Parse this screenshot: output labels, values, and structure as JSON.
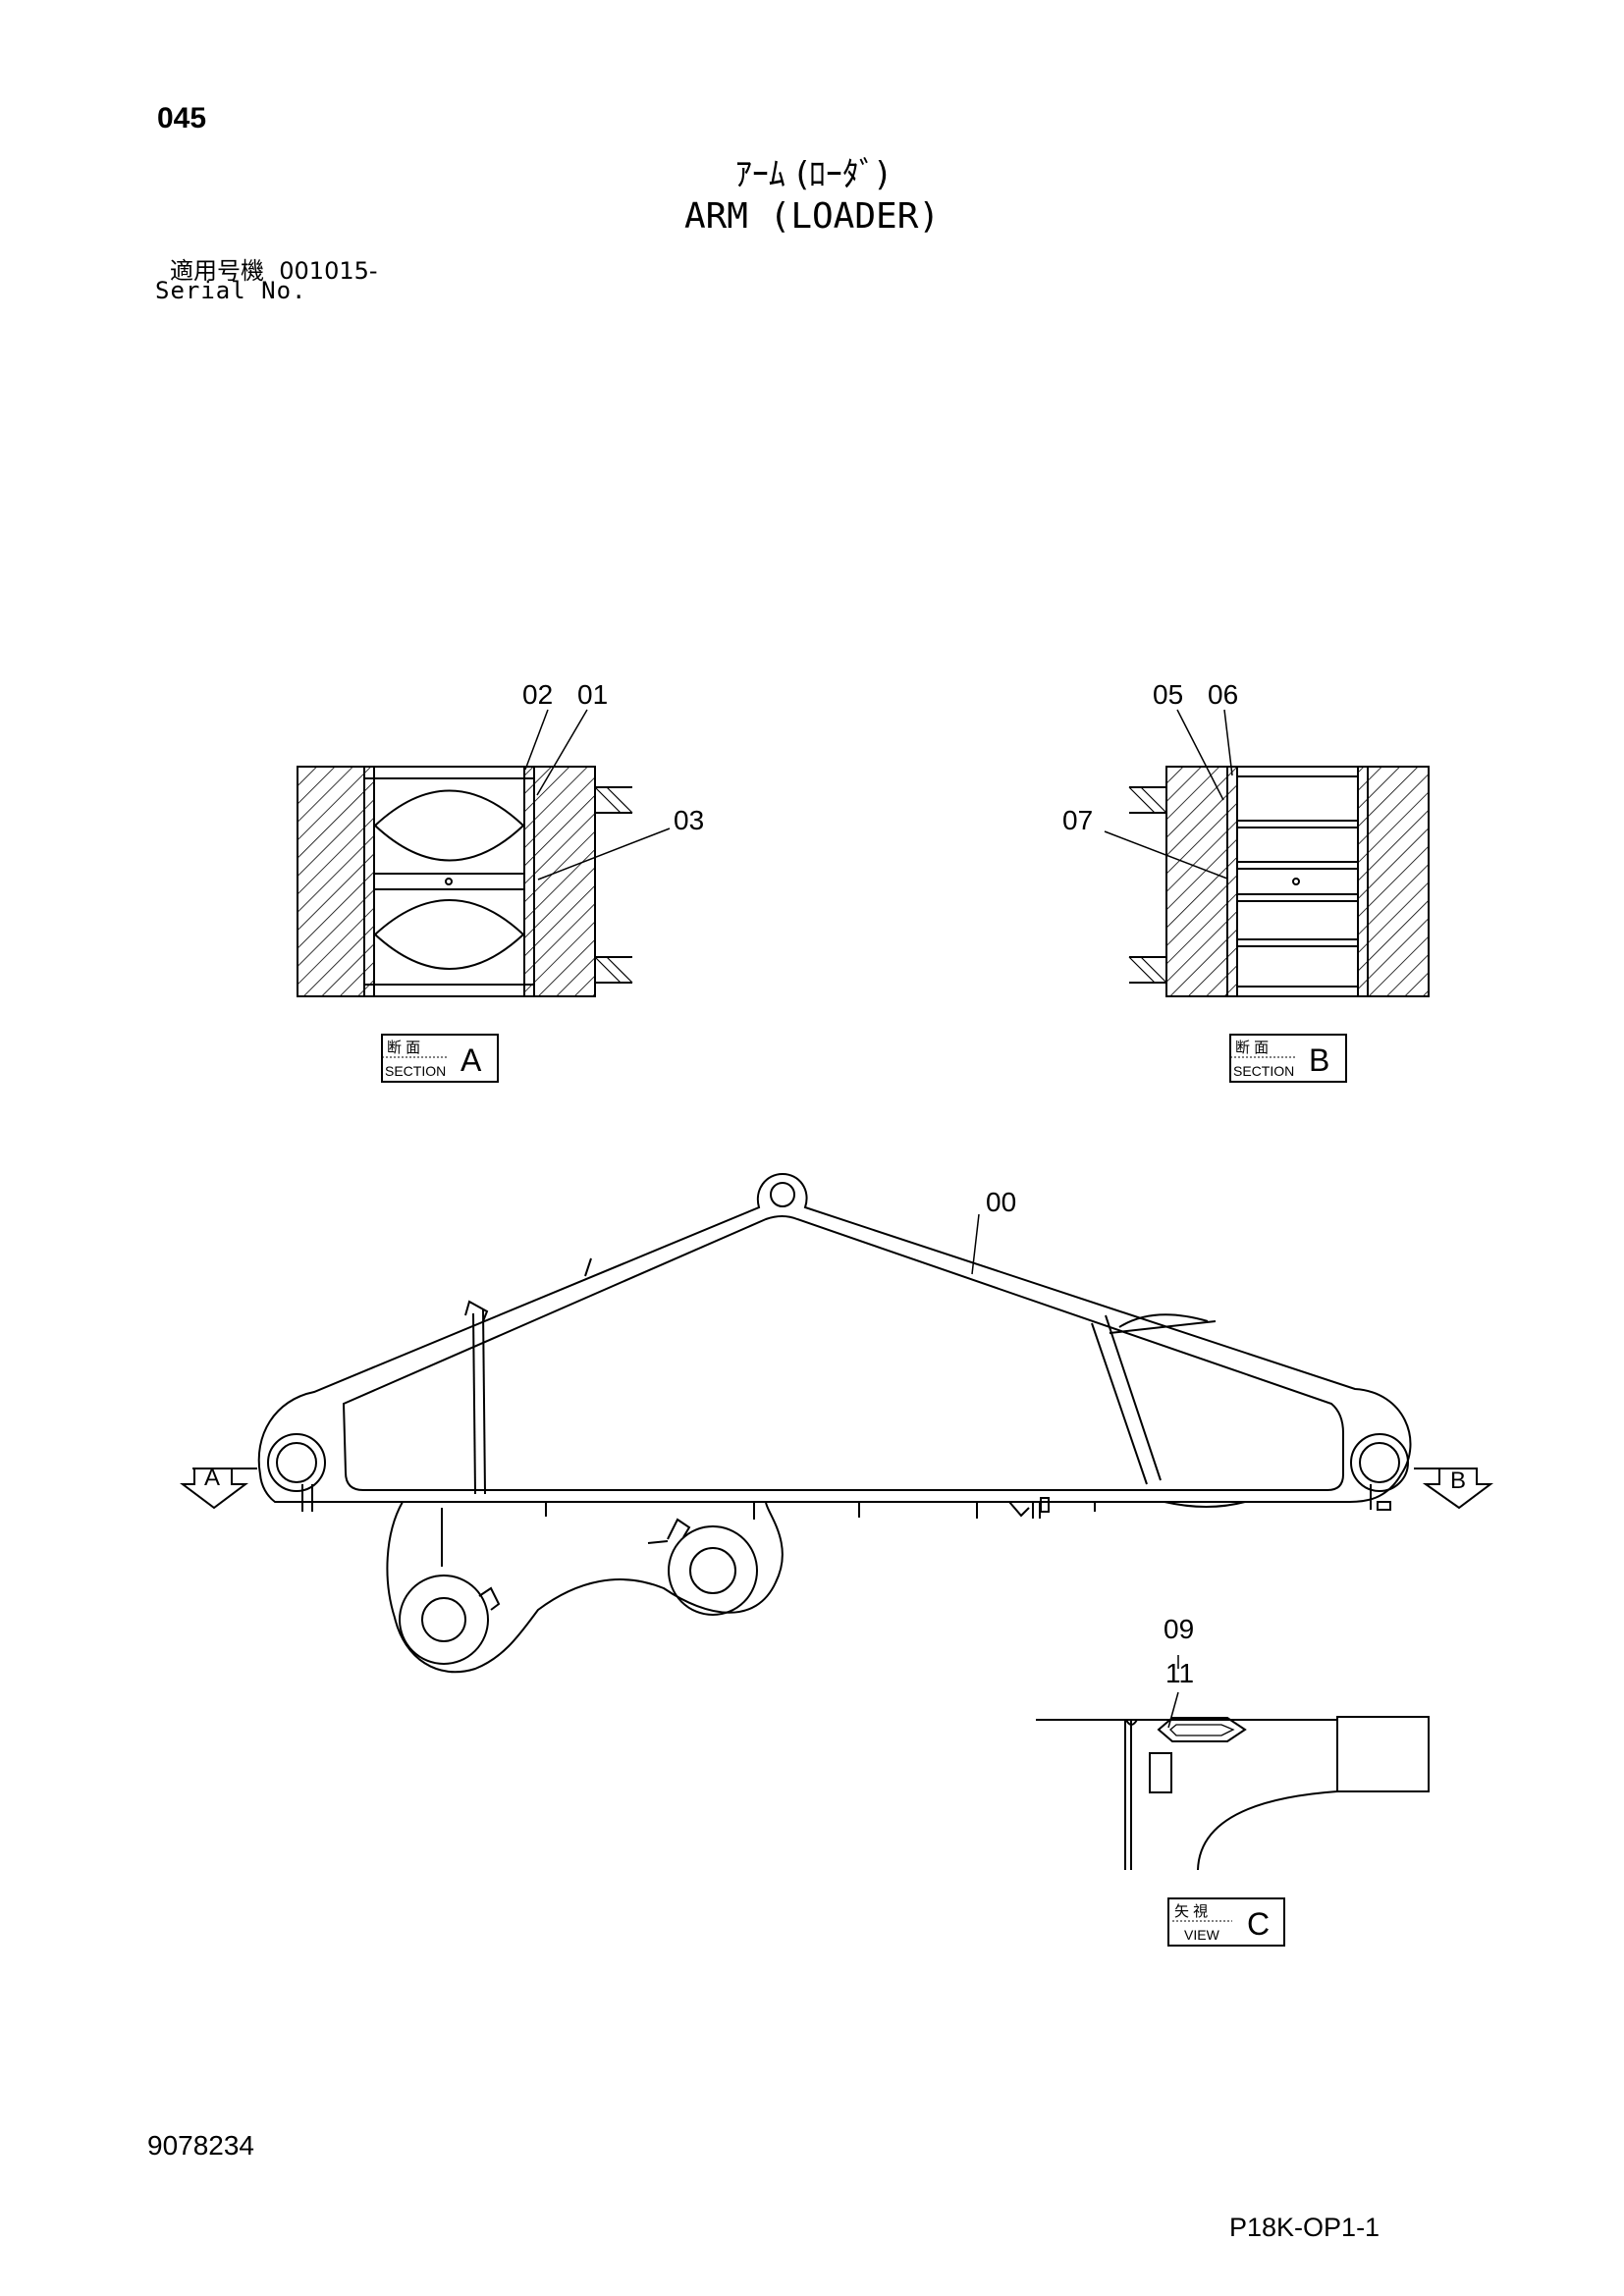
{
  "header": {
    "page_number": "045",
    "title_jp": "ｱｰﾑ (ﾛｰﾀﾞ)",
    "title_en": "ARM (LOADER)",
    "serial_label_jp": "適用号機",
    "serial_value": "001015-",
    "serial_label_en": "Serial No."
  },
  "callouts": {
    "c02": "02",
    "c01": "01",
    "c03": "03",
    "c05": "05",
    "c06": "06",
    "c07": "07",
    "c00": "00",
    "c09": "09",
    "c11": "11",
    "arrow_a": "A",
    "arrow_b": "B"
  },
  "section_labels": {
    "a": {
      "jp": "断 面",
      "en": "SECTION",
      "letter": "A"
    },
    "b": {
      "jp": "断 面",
      "en": "SECTION",
      "letter": "B"
    },
    "c": {
      "jp": "矢 視",
      "en": "VIEW",
      "letter": "C"
    }
  },
  "footer": {
    "part_number": "9078234",
    "page_code": "P18K-OP1-1"
  }
}
